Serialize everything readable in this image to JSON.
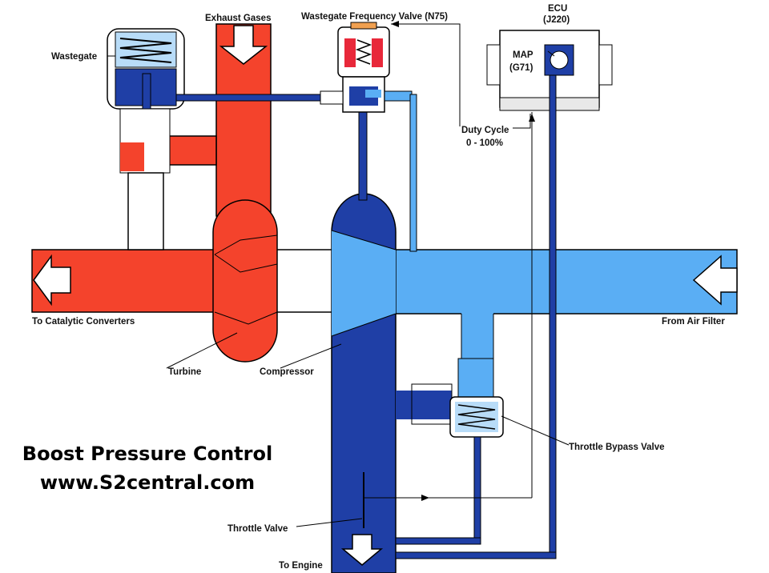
{
  "labels": {
    "exhaust_gases": "Exhaust Gases",
    "wastegate_valve": "Wastegate Frequency Valve (N75)",
    "ecu": "ECU",
    "ecu_code": "(J220)",
    "map": "MAP",
    "map_code": "(G71)",
    "wastegate": "Wastegate",
    "duty_cycle": "Duty Cycle",
    "duty_range": "0 - 100%",
    "to_catalytic": "To Catalytic Converters",
    "from_air_filter": "From Air Filter",
    "turbine": "Turbine",
    "compressor": "Compressor",
    "throttle_bypass": "Throttle Bypass Valve",
    "throttle_valve": "Throttle Valve",
    "to_engine": "To Engine"
  },
  "title": {
    "line1": "Boost Pressure Control",
    "line2": "www.S2central.com"
  },
  "colors": {
    "exhaust_red": "#f4432c",
    "boost_dark_blue": "#1f3fa6",
    "intake_light_blue": "#5aaef4",
    "spring_blue": "#b8dcf8",
    "solenoid_red": "#e8283a",
    "solenoid_cap": "#f0a050"
  },
  "icons": {
    "exhaust_arrow": "down-arrow",
    "catalytic_arrow": "left-arrow",
    "air_filter_arrow": "left-arrow",
    "engine_arrow": "down-arrow"
  }
}
